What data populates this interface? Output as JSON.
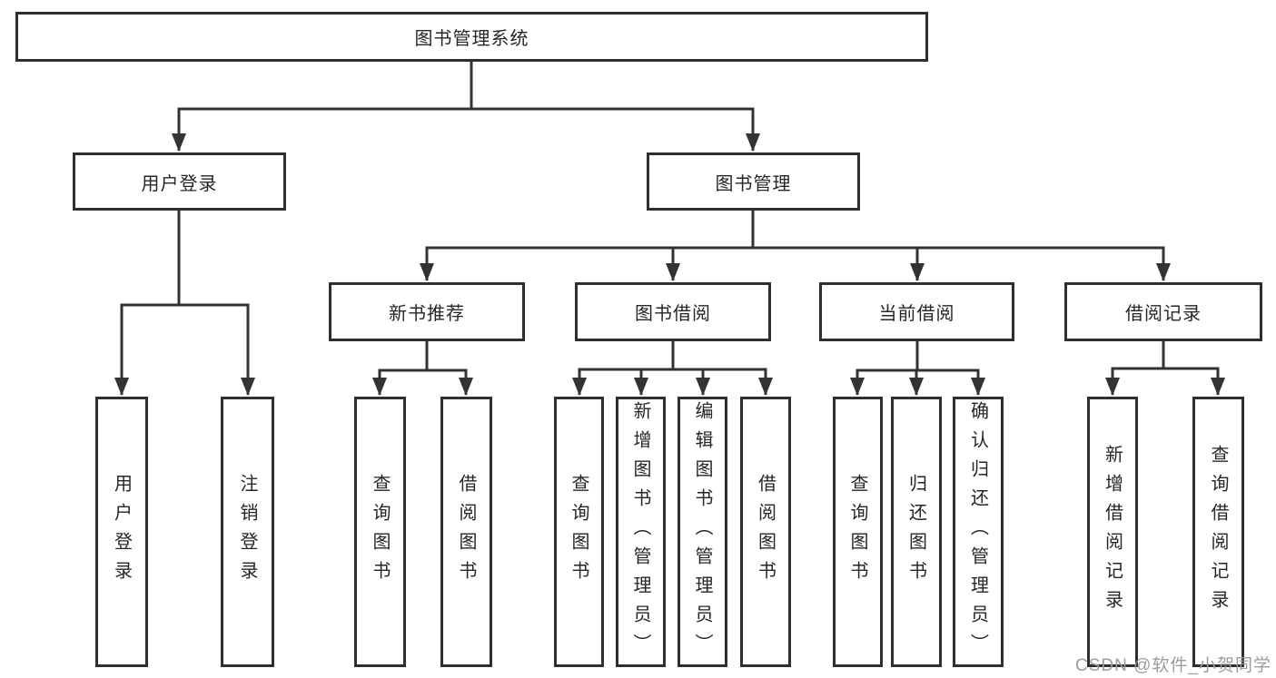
{
  "diagram_type": "hierarchy-tree",
  "tree": {
    "root": {
      "label": "图书管理系统",
      "children": [
        {
          "label": "用户登录",
          "children": [
            {
              "label": "用户登录"
            },
            {
              "label": "注销登录"
            }
          ]
        },
        {
          "label": "图书管理",
          "children": [
            {
              "label": "新书推荐",
              "children": [
                {
                  "label": "查询图书"
                },
                {
                  "label": "借阅图书"
                }
              ]
            },
            {
              "label": "图书借阅",
              "children": [
                {
                  "label": "查询图书"
                },
                {
                  "label": "新增图书（管理员）"
                },
                {
                  "label": "编辑图书（管理员）"
                },
                {
                  "label": "借阅图书"
                }
              ]
            },
            {
              "label": "当前借阅",
              "children": [
                {
                  "label": "查询图书"
                },
                {
                  "label": "归还图书"
                },
                {
                  "label": "确认归还（管理员）"
                }
              ]
            },
            {
              "label": "借阅记录",
              "children": [
                {
                  "label": "新增借阅记录"
                },
                {
                  "label": "查询借阅记录"
                }
              ]
            }
          ]
        }
      ]
    }
  },
  "watermark": {
    "text": "CSDN @软件_小贺同学"
  },
  "colors": {
    "line": "#333333",
    "box_border": "#2f2f2f",
    "box_background": "#ffffff",
    "text": "#262626",
    "watermark": "#9c9c9c",
    "background": "#ffffff"
  }
}
